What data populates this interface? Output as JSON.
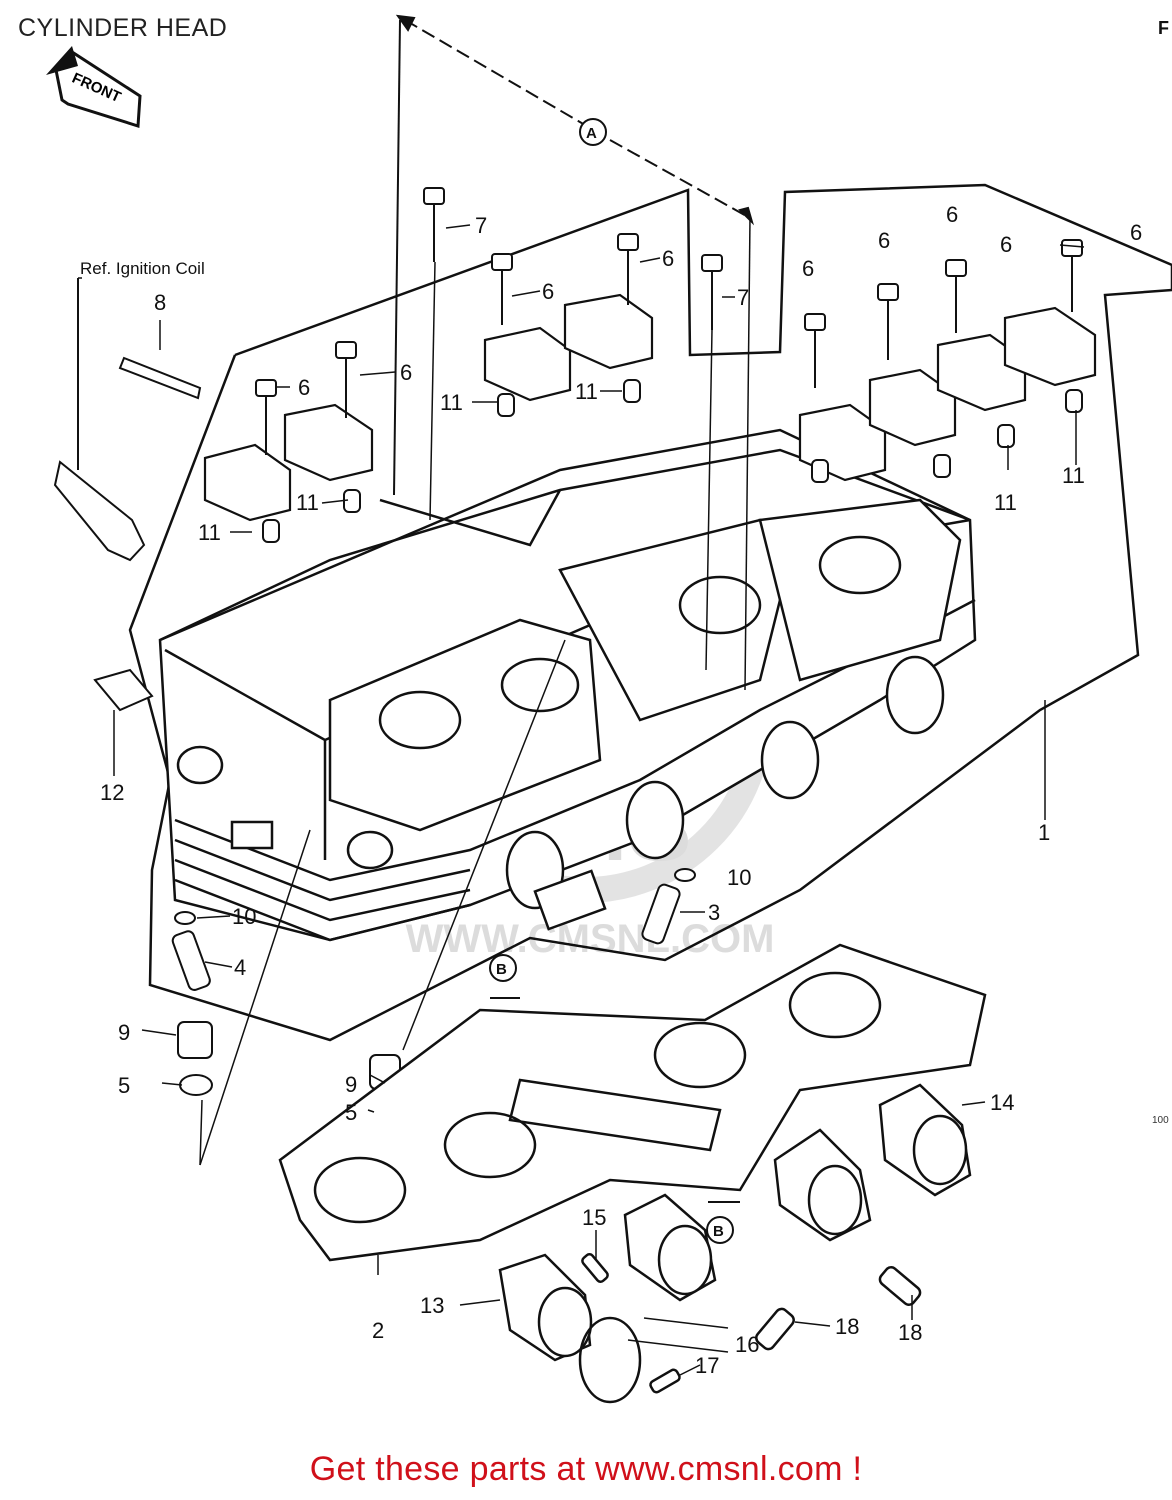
{
  "header": {
    "title": "CYLINDER HEAD",
    "corner_mark": "F",
    "scan_code": "100"
  },
  "front_arrow": {
    "label": "FRONT"
  },
  "reference_note": "Ref. Ignition Coil",
  "section_marks": [
    "A",
    "B",
    "B"
  ],
  "callouts": [
    {
      "num": "1"
    },
    {
      "num": "2"
    },
    {
      "num": "3"
    },
    {
      "num": "4"
    },
    {
      "num": "5"
    },
    {
      "num": "5"
    },
    {
      "num": "6"
    },
    {
      "num": "6"
    },
    {
      "num": "6"
    },
    {
      "num": "6"
    },
    {
      "num": "6"
    },
    {
      "num": "6"
    },
    {
      "num": "6"
    },
    {
      "num": "6"
    },
    {
      "num": "6"
    },
    {
      "num": "7"
    },
    {
      "num": "7"
    },
    {
      "num": "8"
    },
    {
      "num": "9"
    },
    {
      "num": "9"
    },
    {
      "num": "10"
    },
    {
      "num": "10"
    },
    {
      "num": "11"
    },
    {
      "num": "11"
    },
    {
      "num": "11"
    },
    {
      "num": "11"
    },
    {
      "num": "11"
    },
    {
      "num": "11"
    },
    {
      "num": "12"
    },
    {
      "num": "13"
    },
    {
      "num": "14"
    },
    {
      "num": "15"
    },
    {
      "num": "16"
    },
    {
      "num": "17"
    },
    {
      "num": "18"
    },
    {
      "num": "18"
    }
  ],
  "watermark": {
    "brand": "CMS",
    "url": "WWW.CMSNL.COM"
  },
  "footer": {
    "text": "Get these parts at www.cmsnl.com !"
  },
  "colors": {
    "footer": "#d0101a",
    "ink": "#111111",
    "watermark": "#d9d9d9"
  }
}
